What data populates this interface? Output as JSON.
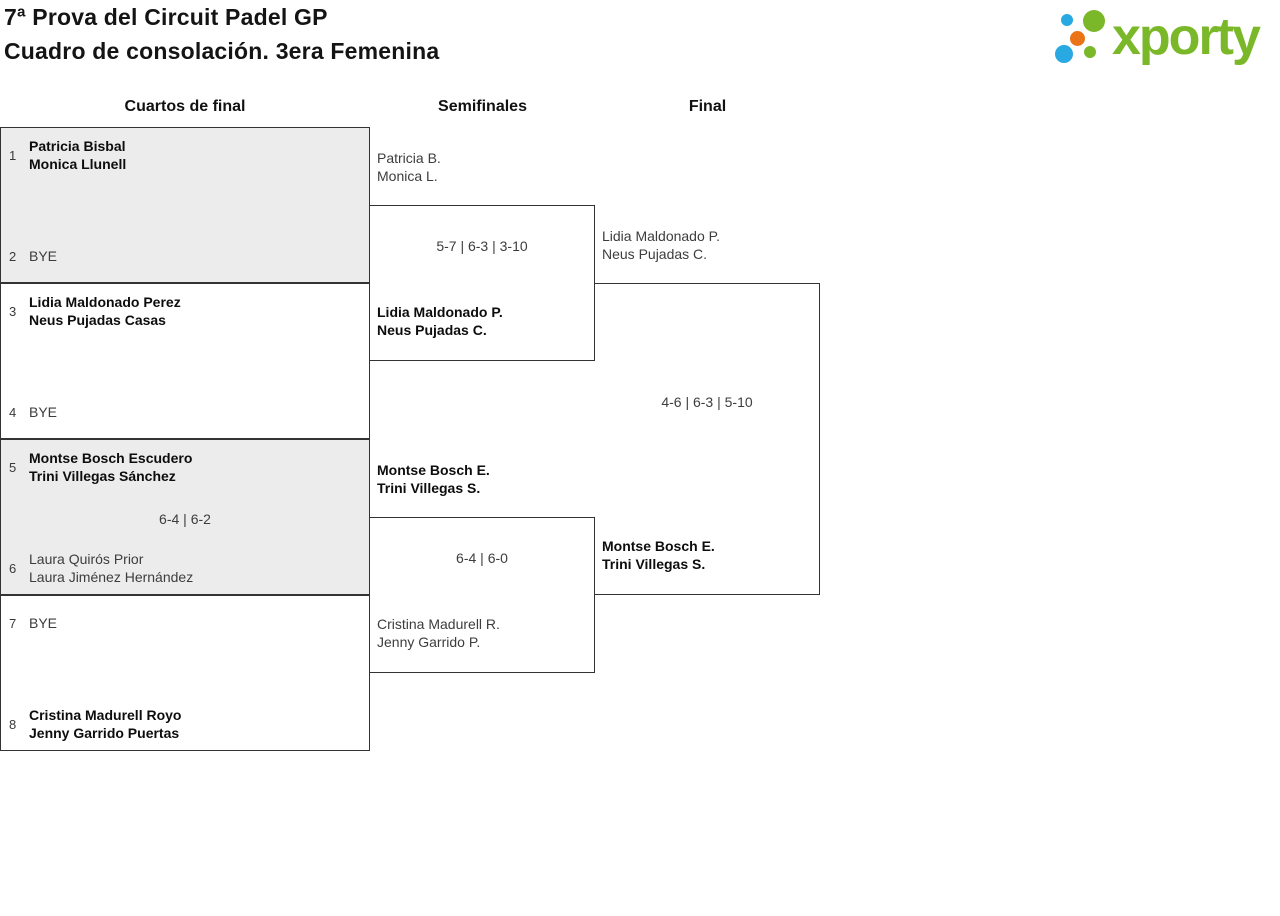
{
  "header": {
    "title_line1": "7ª Prova del Circuit Padel GP",
    "title_line2": "Cuadro de consolación. 3era Femenina",
    "logo_text": "xporty"
  },
  "colors": {
    "logo_green": "#7ab829",
    "logo_blue": "#29a9e1",
    "logo_orange": "#ea7317",
    "box_fill_alt": "#ececec",
    "box_border": "#333333",
    "winner_text": "#0d0d0d",
    "regular_text": "#3d3d3d"
  },
  "round_headers": [
    "Cuartos de final",
    "Semifinales",
    "Final"
  ],
  "bracket": {
    "quarterfinals": [
      {
        "top": {
          "seed": "1",
          "lines": [
            "Patricia Bisbal",
            "Monica Llunell"
          ],
          "winner": true
        },
        "score": "",
        "bottom": {
          "seed": "2",
          "lines": [
            "BYE"
          ],
          "winner": false
        }
      },
      {
        "top": {
          "seed": "3",
          "lines": [
            "Lidia Maldonado Perez",
            "Neus Pujadas Casas"
          ],
          "winner": true
        },
        "score": "",
        "bottom": {
          "seed": "4",
          "lines": [
            "BYE"
          ],
          "winner": false
        }
      },
      {
        "top": {
          "seed": "5",
          "lines": [
            "Montse Bosch Escudero",
            "Trini Villegas Sánchez"
          ],
          "winner": true
        },
        "score": "6-4 | 6-2",
        "bottom": {
          "seed": "6",
          "lines": [
            "Laura Quirós Prior",
            "Laura Jiménez Hernández"
          ],
          "winner": false
        }
      },
      {
        "top": {
          "seed": "7",
          "lines": [
            "BYE"
          ],
          "winner": false
        },
        "score": "",
        "bottom": {
          "seed": "8",
          "lines": [
            "Cristina Madurell Royo",
            "Jenny Garrido Puertas"
          ],
          "winner": true
        }
      }
    ],
    "semifinals": [
      {
        "top": {
          "lines": [
            "Patricia B.",
            "Monica L."
          ],
          "winner": false
        },
        "score": "5-7 | 6-3 | 3-10",
        "bottom": {
          "lines": [
            "Lidia Maldonado P.",
            "Neus Pujadas C."
          ],
          "winner": true
        }
      },
      {
        "top": {
          "lines": [
            "Montse Bosch E.",
            "Trini Villegas S."
          ],
          "winner": true
        },
        "score": "6-4 | 6-0",
        "bottom": {
          "lines": [
            "Cristina Madurell R.",
            "Jenny Garrido P."
          ],
          "winner": false
        }
      }
    ],
    "final": [
      {
        "top": {
          "lines": [
            "Lidia Maldonado P.",
            "Neus Pujadas C."
          ],
          "winner": false
        },
        "score": "4-6 | 6-3 | 5-10",
        "bottom": {
          "lines": [
            "Montse Bosch E.",
            "Trini Villegas S."
          ],
          "winner": true
        }
      }
    ]
  }
}
